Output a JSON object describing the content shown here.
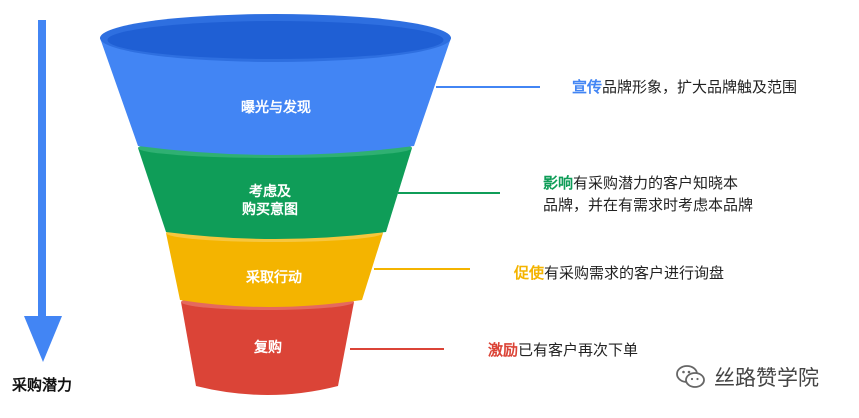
{
  "funnel": {
    "stages": [
      {
        "label": "曝光与发现",
        "color": "#4285F4"
      },
      {
        "label_line1": "考虑及",
        "label_line2": "购买意图",
        "color": "#0F9D58"
      },
      {
        "label": "采取行动",
        "color": "#F4B400"
      },
      {
        "label": "复购",
        "color": "#DB4437"
      }
    ]
  },
  "descriptions": [
    {
      "keyword": "宣传",
      "keyword_color": "#4285F4",
      "line1_rest": "品牌形象，扩大品牌触及范围",
      "line2": ""
    },
    {
      "keyword": "影响",
      "keyword_color": "#0F9D58",
      "line1_rest": "有采购潜力的客户知晓本",
      "line2": "品牌，并在有需求时考虑本品牌"
    },
    {
      "keyword": "促使",
      "keyword_color": "#F4B400",
      "line1_rest": "有采购需求的客户进行询盘",
      "line2": ""
    },
    {
      "keyword": "激励",
      "keyword_color": "#DB4437",
      "line1_rest": "已有客户再次下单",
      "line2": ""
    }
  ],
  "axis": {
    "label": "采购潜力",
    "arrow_color": "#4285F4"
  },
  "watermark": {
    "text": "丝路赞学院",
    "icon": "wechat-icon"
  }
}
